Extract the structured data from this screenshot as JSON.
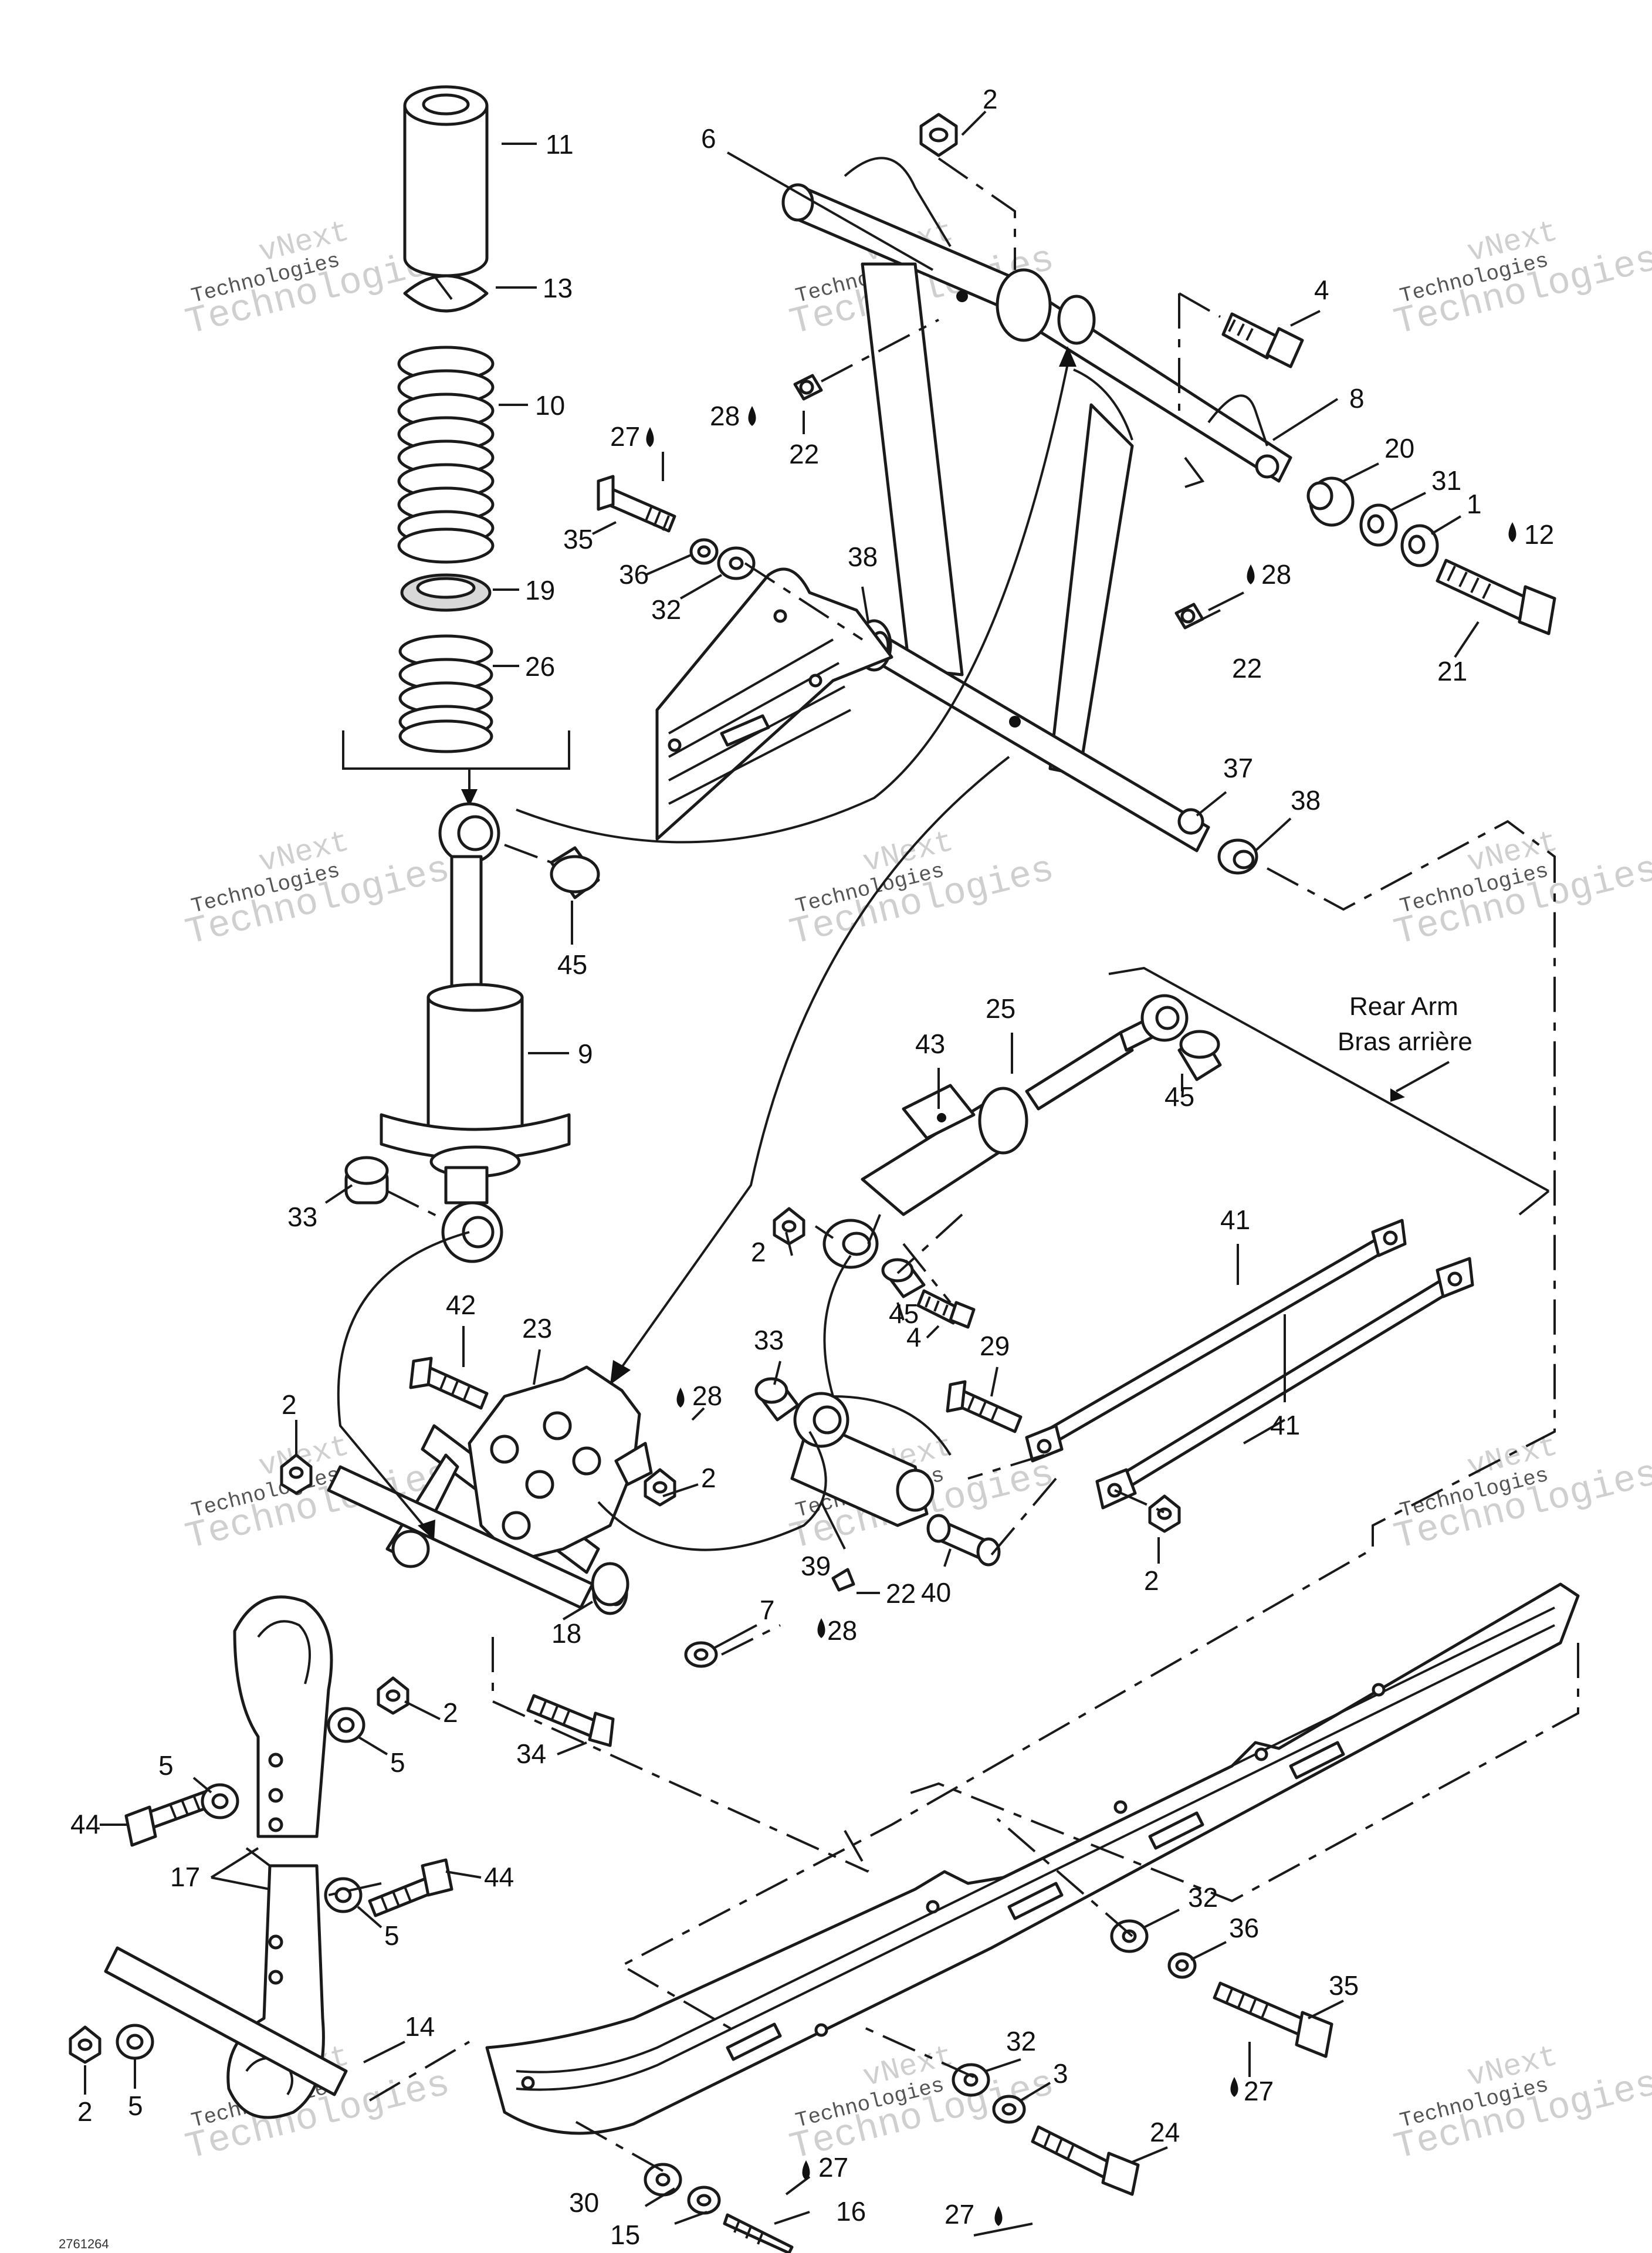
{
  "watermark": {
    "line1": "vNext",
    "line2": "Technologies",
    "line3": "Technologies"
  },
  "labels": {
    "rear_arm_en": "Rear Arm",
    "rear_arm_fr": "Bras arrière"
  },
  "footer_code": "2761264",
  "callouts": {
    "c1": "1",
    "c2a": "2",
    "c2b": "2",
    "c2c": "2",
    "c2d": "2",
    "c2e": "2",
    "c2f": "2",
    "c2g": "2",
    "c3": "3",
    "c4a": "4",
    "c4b": "4",
    "c5a": "5",
    "c5b": "5",
    "c5c": "5",
    "c5d": "5",
    "c6": "6",
    "c7": "7",
    "c8": "8",
    "c9": "9",
    "c10": "10",
    "c11": "11",
    "c12": "12",
    "c13": "13",
    "c14": "14",
    "c15": "15",
    "c16": "16",
    "c17": "17",
    "c18": "18",
    "c19": "19",
    "c20": "20",
    "c21": "21",
    "c22a": "22",
    "c22b": "22",
    "c22c": "22",
    "c23": "23",
    "c24": "24",
    "c25": "25",
    "c26": "26",
    "c27a": "27",
    "c27b": "27",
    "c27c": "27",
    "c27d": "27",
    "c28a": "28",
    "c28b": "28",
    "c28c": "28",
    "c28d": "28",
    "c29": "29",
    "c30": "30",
    "c31": "31",
    "c32a": "32",
    "c32b": "32",
    "c32c": "32",
    "c33a": "33",
    "c33b": "33",
    "c34": "34",
    "c35a": "35",
    "c35b": "35",
    "c36a": "36",
    "c36b": "36",
    "c37": "37",
    "c38a": "38",
    "c38b": "38",
    "c39": "39",
    "c40": "40",
    "c41a": "41",
    "c41b": "41",
    "c42": "42",
    "c43": "43",
    "c44a": "44",
    "c44b": "44",
    "c45a": "45",
    "c45b": "45",
    "c45c": "45"
  }
}
